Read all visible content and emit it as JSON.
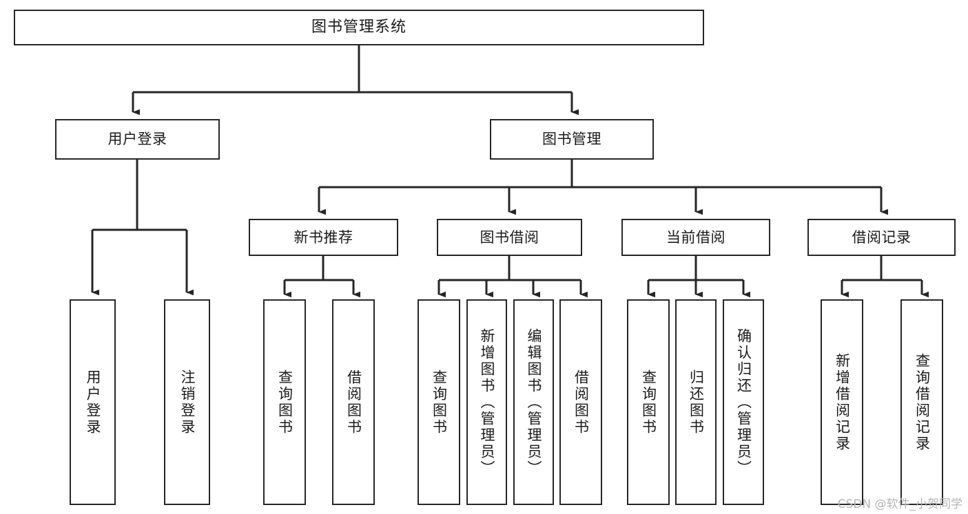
{
  "diagram": {
    "type": "tree-hierarchy",
    "title": "图书管理系统",
    "orientation": "top-down",
    "colors": {
      "box_stroke": "#262626",
      "box_fill": "#ffffff",
      "connector": "#262626",
      "text": "#1a1a1a",
      "watermark": "#b4b4b4",
      "background": "#ffffff"
    },
    "nodes": {
      "root": {
        "label": "图书管理系统"
      },
      "level1": [
        {
          "id": "user-login",
          "label": "用户登录"
        },
        {
          "id": "book-manage",
          "label": "图书管理"
        }
      ],
      "level2": [
        {
          "id": "new-book-recommend",
          "label": "新书推荐"
        },
        {
          "id": "book-borrow",
          "label": "图书借阅"
        },
        {
          "id": "current-borrow",
          "label": "当前借阅"
        },
        {
          "id": "borrow-record",
          "label": "借阅记录"
        }
      ],
      "leaves": {
        "user_login": [
          {
            "id": "leaf-user-login",
            "label": "用户登录"
          },
          {
            "id": "leaf-logout",
            "label": "注销登录"
          }
        ],
        "new_book_recommend": [
          {
            "id": "leaf-query-book-1",
            "label": "查询图书"
          },
          {
            "id": "leaf-borrow-book-1",
            "label": "借阅图书"
          }
        ],
        "book_borrow": [
          {
            "id": "leaf-query-book-2",
            "label": "查询图书"
          },
          {
            "id": "leaf-add-book",
            "label": "新增图书（管理员）"
          },
          {
            "id": "leaf-edit-book",
            "label": "编辑图书（管理员）"
          },
          {
            "id": "leaf-borrow-book-2",
            "label": "借阅图书"
          }
        ],
        "current_borrow": [
          {
            "id": "leaf-query-book-3",
            "label": "查询图书"
          },
          {
            "id": "leaf-return-book",
            "label": "归还图书"
          },
          {
            "id": "leaf-confirm-return",
            "label": "确认归还（管理员）"
          }
        ],
        "borrow_record": [
          {
            "id": "leaf-add-record",
            "label": "新增借阅记录"
          },
          {
            "id": "leaf-query-record",
            "label": "查询借阅记录"
          }
        ]
      }
    },
    "watermark": "CSDN @软件_小贺同学"
  }
}
